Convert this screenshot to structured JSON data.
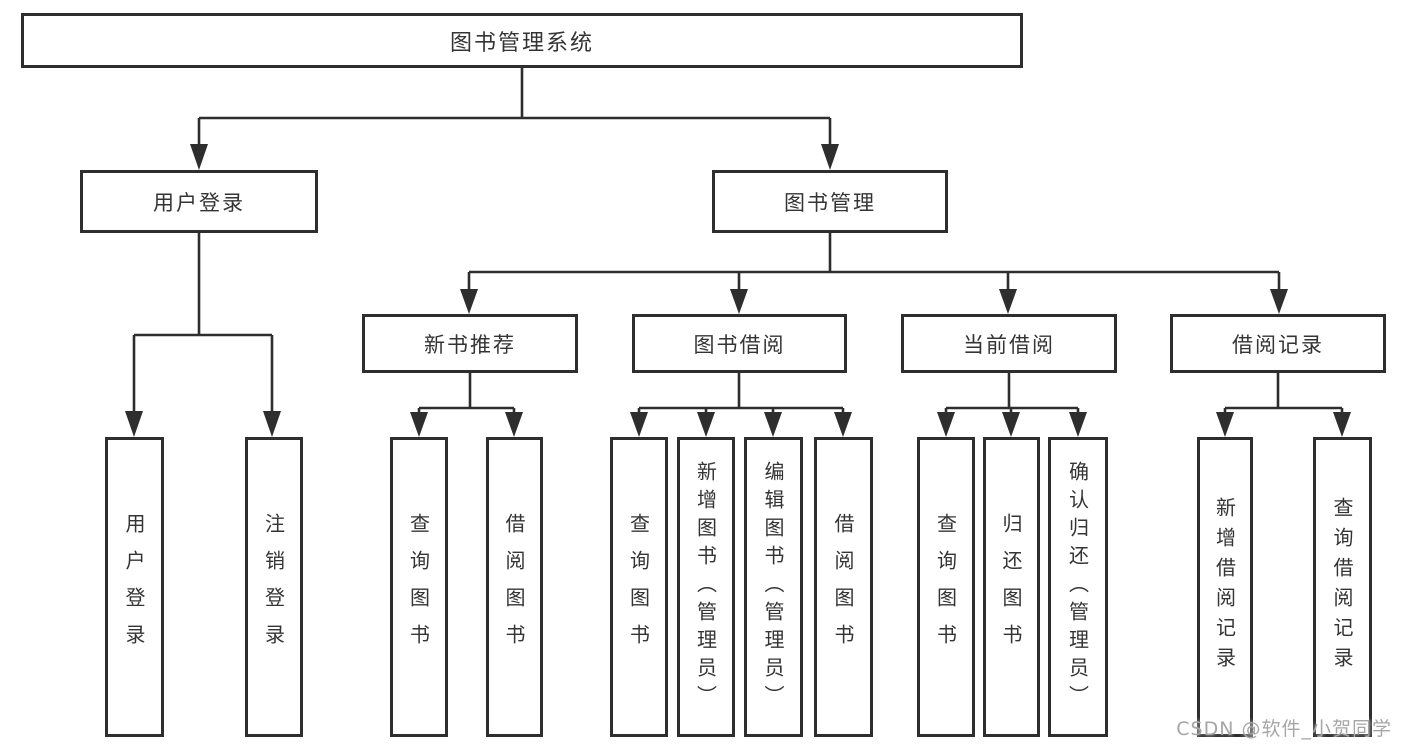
{
  "diagram": {
    "type": "tree",
    "nodes": {
      "root": "图书管理系统",
      "user_login": "用户登录",
      "book_mgmt": "图书管理",
      "new_book_rec": "新书推荐",
      "book_borrow": "图书借阅",
      "current_borrow": "当前借阅",
      "borrow_record": "借阅记录",
      "leaf_user_login": "用户登录",
      "leaf_logout": "注销登录",
      "leaf_query_book_rec": "查询图书",
      "leaf_borrow_book_rec": "借阅图书",
      "leaf_query_book_borrow": "查询图书",
      "leaf_add_book": "新增图书（管理员）",
      "leaf_edit_book": "编辑图书（管理员）",
      "leaf_borrow_book_borrow": "借阅图书",
      "leaf_query_book_current": "查询图书",
      "leaf_return_book": "归还图书",
      "leaf_confirm_return": "确认归还（管理员）",
      "leaf_add_record": "新增借阅记录",
      "leaf_query_record": "查询借阅记录"
    },
    "edges": [
      [
        "root",
        "user_login"
      ],
      [
        "root",
        "book_mgmt"
      ],
      [
        "user_login",
        "leaf_user_login"
      ],
      [
        "user_login",
        "leaf_logout"
      ],
      [
        "book_mgmt",
        "new_book_rec"
      ],
      [
        "book_mgmt",
        "book_borrow"
      ],
      [
        "book_mgmt",
        "current_borrow"
      ],
      [
        "book_mgmt",
        "borrow_record"
      ],
      [
        "new_book_rec",
        "leaf_query_book_rec"
      ],
      [
        "new_book_rec",
        "leaf_borrow_book_rec"
      ],
      [
        "book_borrow",
        "leaf_query_book_borrow"
      ],
      [
        "book_borrow",
        "leaf_add_book"
      ],
      [
        "book_borrow",
        "leaf_edit_book"
      ],
      [
        "book_borrow",
        "leaf_borrow_book_borrow"
      ],
      [
        "current_borrow",
        "leaf_query_book_current"
      ],
      [
        "current_borrow",
        "leaf_return_book"
      ],
      [
        "current_borrow",
        "leaf_confirm_return"
      ],
      [
        "borrow_record",
        "leaf_add_record"
      ],
      [
        "borrow_record",
        "leaf_query_record"
      ]
    ],
    "colors": {
      "line": "#2e2e2e",
      "text": "#343434",
      "background": "#ffffff",
      "watermark": "#a6a6a6"
    }
  },
  "watermark": "CSDN @软件_小贺同学"
}
